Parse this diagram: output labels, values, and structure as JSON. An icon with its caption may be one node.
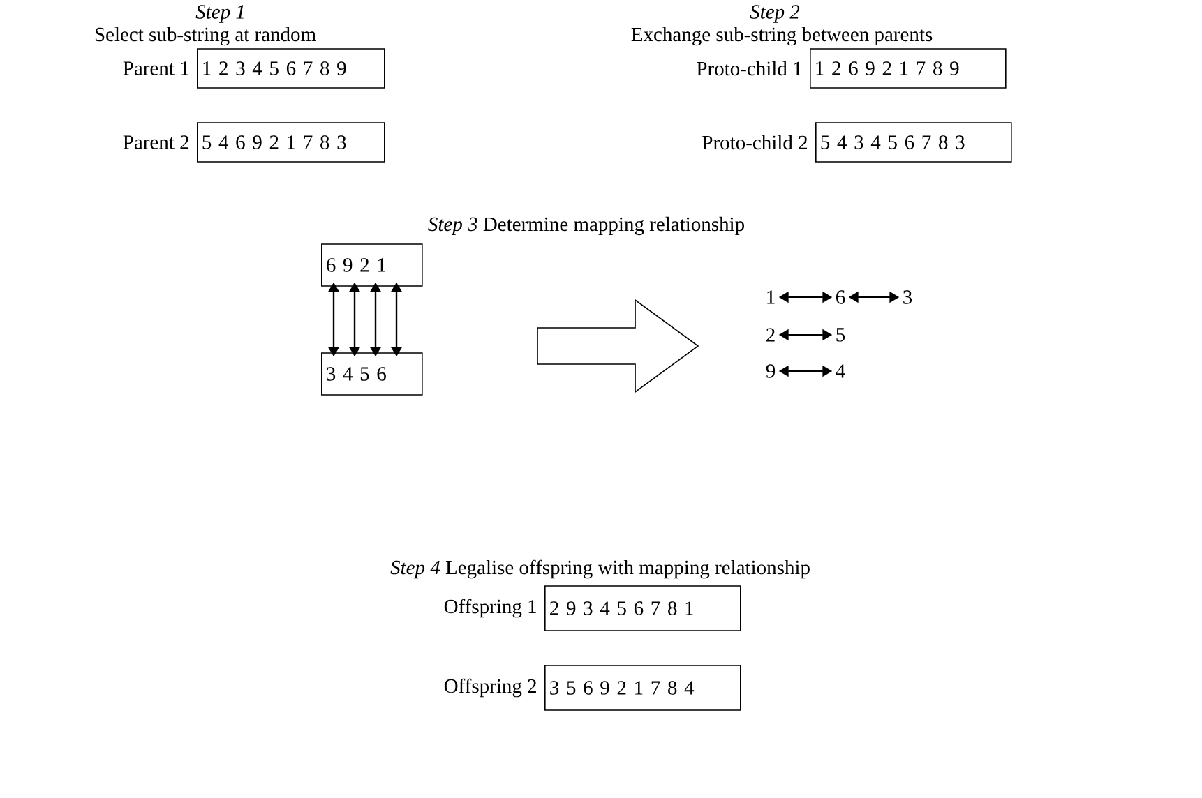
{
  "diagram": {
    "nodes": [
      {
        "text": [
          "1 2 3 4 5 6 7 8 9"
        ],
        "beside": [
          "Parent 1"
        ]
      },
      {
        "text": [
          "5 4 6 9 2 1 7 8 3"
        ],
        "beside": [
          "Parent 2"
        ]
      },
      {
        "text": [
          "1 2 6 9 2 1 7 8 9"
        ],
        "beside": [
          "Proto-child 1"
        ]
      },
      {
        "text": [
          "5 4 3 4 5 6 7 8 3"
        ],
        "beside": [
          "Proto-child 2"
        ]
      },
      {
        "text": [
          "6 9 2 1"
        ]
      },
      {
        "text": [
          "3 4 5 6"
        ]
      },
      {
        "text": [
          "1"
        ]
      },
      {
        "text": [
          "6"
        ]
      },
      {
        "text": [
          "3"
        ]
      },
      {
        "text": [
          "2"
        ]
      },
      {
        "text": [
          "5"
        ]
      },
      {
        "text": [
          "9"
        ]
      },
      {
        "text": [
          "4"
        ]
      },
      {
        "text": [
          "2 9 3 4 5 6 7 8 1"
        ],
        "beside": [
          "Offspring 1"
        ]
      },
      {
        "text": [
          "3 5 6 9 2 1 7 8 4"
        ],
        "beside": [
          "Offspring 2"
        ]
      }
    ],
    "edges": [
      {
        "from": 4,
        "to": 5,
        "arrow": "both"
      },
      {
        "from": 4,
        "to": 5,
        "arrow": "both"
      },
      {
        "from": 4,
        "to": 5,
        "arrow": "both"
      },
      {
        "from": 4,
        "to": 5,
        "arrow": "both"
      },
      {
        "from": 6,
        "to": 7,
        "arrow": "both"
      },
      {
        "from": 7,
        "to": 8,
        "arrow": "both"
      },
      {
        "from": 9,
        "to": 10,
        "arrow": "both"
      },
      {
        "from": 11,
        "to": 12,
        "arrow": "both"
      }
    ],
    "labels": [
      "Step 1",
      "Select sub-string at random",
      "Step 2",
      "Exchange sub-string between parents",
      "*Step 3* Determine mapping relationship",
      "*Step 4* Legalise offspring with mapping relationship"
    ]
  }
}
